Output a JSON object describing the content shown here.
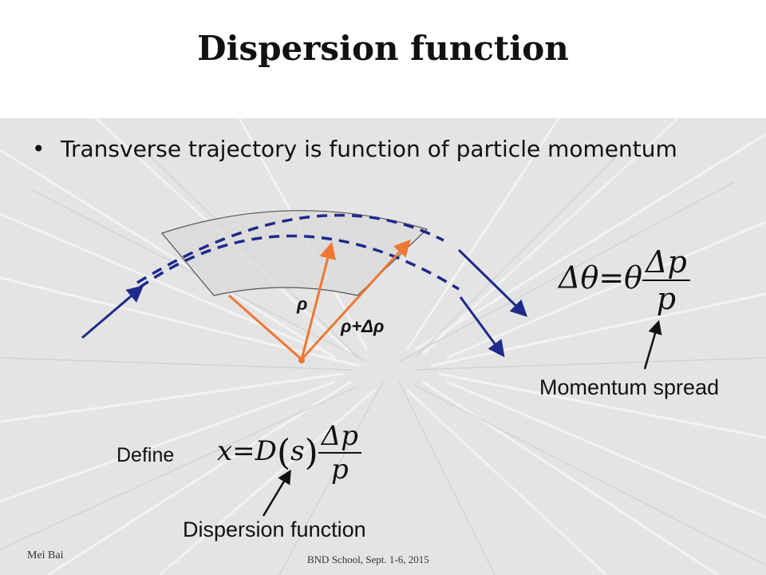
{
  "title": "Dispersion function",
  "bullet": "Transverse trajectory is function of particle momentum",
  "diagram": {
    "rho_label": "ρ",
    "rho_delta_label": "ρ+Δρ"
  },
  "formula_theta": {
    "lhs": "Δθ=θ",
    "num": "Δp",
    "den": "p"
  },
  "formula_x": {
    "lhs": "x=D",
    "s": "s",
    "num": "Δp",
    "den": "p"
  },
  "labels": {
    "momentum_spread": "Momentum spread",
    "define": "Define",
    "dispersion_function": "Dispersion function"
  },
  "footer": {
    "author": "Mei Bai",
    "event": "BND School, Sept. 1-6, 2015"
  },
  "colors": {
    "orbit": "#1f2a8a",
    "radius": "#ee7733",
    "background_streaks": "#d6d6d6"
  }
}
